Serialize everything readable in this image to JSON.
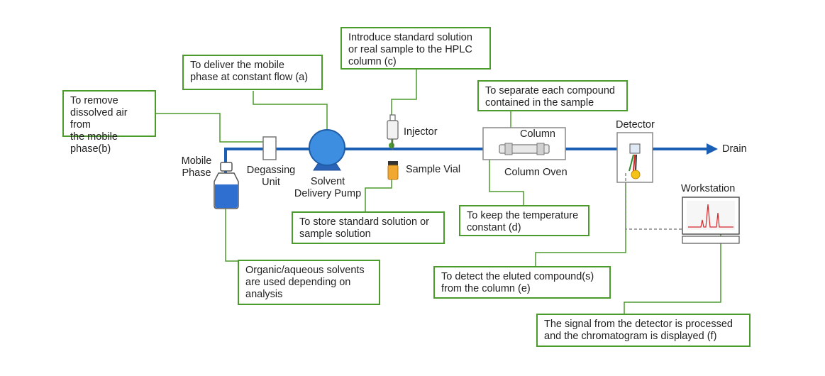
{
  "components": {
    "mobile_phase": "Mobile\nPhase",
    "degassing_unit": "Degassing\nUnit",
    "pump": "Solvent\nDelivery Pump",
    "injector": "Injector",
    "sample_vial": "Sample Vial",
    "column": "Column",
    "column_oven": "Column Oven",
    "detector": "Detector",
    "workstation": "Workstation",
    "drain": "Drain"
  },
  "notes": {
    "degassing": "To remove\ndissolved air from\nthe mobile phase(b)",
    "pump": "To deliver the mobile\nphase at constant flow (a)",
    "injector": "Introduce standard solution\nor real sample to the HPLC\ncolumn (c)",
    "column": "To separate each compound\ncontained in the sample",
    "vial": "To store standard solution or\nsample solution",
    "oven": "To keep the temperature\nconstant (d)",
    "solvents": "Organic/aqueous solvents\nare used depending on\nanalysis",
    "detector": "To detect the eluted compound(s)\nfrom the column (e)",
    "workstation": "The signal from the detector is processed\nand the chromatogram is displayed (f)"
  },
  "colors": {
    "flow_line": "#1a5fb4",
    "callout_green": "#4a9a2c",
    "chromatogram_peaks": "#d62728"
  }
}
